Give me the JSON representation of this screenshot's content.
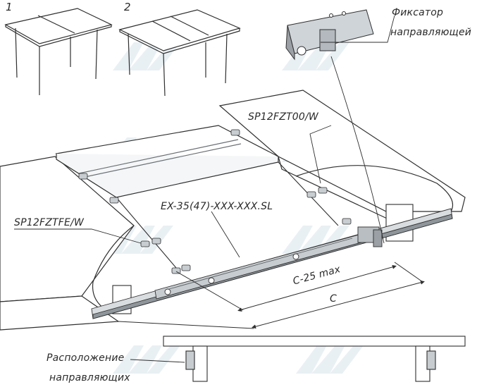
{
  "step_labels": [
    "1",
    "2"
  ],
  "callouts": {
    "fixator_line1": "Фиксатор",
    "fixator_line2": "направляющей",
    "part_center": "SP12FZT00/W",
    "part_left": "SP12FZTFE/W",
    "rail": "EX-35(47)-XXX-XXX.SL",
    "location_line1": "Расположение",
    "location_line2": "направляющих"
  },
  "dimensions": {
    "inner": "C-25 max",
    "outer": "C"
  },
  "colors": {
    "line": "#2f2f2f",
    "table_fill": "#ffffff",
    "rail_light": "#d9dde0",
    "rail_dark": "#8f969b",
    "watermark": "#e7eef3"
  }
}
